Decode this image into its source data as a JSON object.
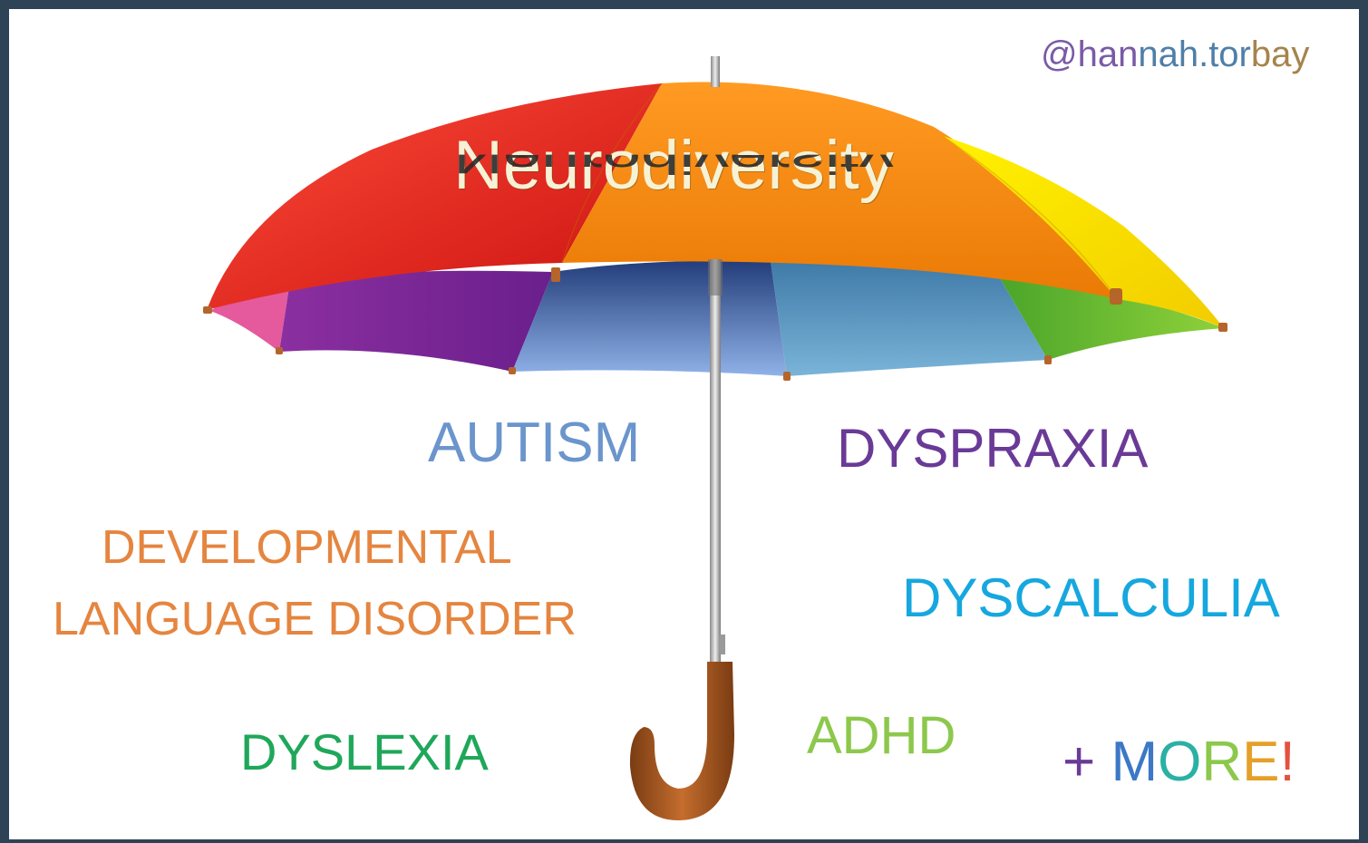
{
  "watermark": {
    "part1": "@han",
    "part2": "nah.tor",
    "part3": "bay"
  },
  "title": "Neurodiversity",
  "conditions": {
    "autism": "AUTISM",
    "dyspraxia": "DYSPRAXIA",
    "developmental_line1": "DEVELOPMENTAL",
    "developmental_line2": "LANGUAGE DISORDER",
    "dyscalculia": "DYSCALCULIA",
    "dyslexia": "DYSLEXIA",
    "adhd": "ADHD",
    "more": {
      "plus": "+ ",
      "m": "M",
      "o": "O",
      "r": "R",
      "e": "E",
      "ex": "!"
    }
  },
  "colors": {
    "frame": "#2f4356",
    "canopy_red": "#e01f1f",
    "canopy_orange": "#f4860f",
    "canopy_yellow": "#f5e400",
    "panel_pink": "#e45a9d",
    "panel_purple": "#8a2a9a",
    "panel_blue": "#5a8fcf",
    "panel_lightblue": "#6aa6cf",
    "panel_green": "#6dbb2a",
    "handle": "#a55a23"
  },
  "icons": [
    "umbrella-illustration"
  ]
}
